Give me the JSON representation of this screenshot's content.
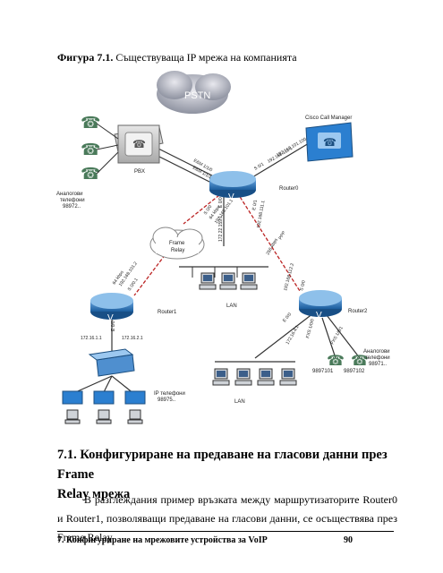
{
  "caption": {
    "label": "Фигура 7.1.",
    "text": "Съществуваща IP мрежа на компанията"
  },
  "diagram": {
    "pstn": "PSTN",
    "pbx": "PBX",
    "call_manager": "Cisco Call Manager",
    "router0": "Router0",
    "router1": "Router1",
    "router2": "Router2",
    "frame_relay_line1": "Frame",
    "frame_relay_line2": "Relay",
    "lan_top": "LAN",
    "lan_bottom": "LAN",
    "analog_left": [
      "Аналогови",
      "телефони",
      "98972.."
    ],
    "analog_right": [
      "Аналогови",
      "телефони",
      "98971.."
    ],
    "ip_phones": [
      "IP телефони",
      "98975.."
    ],
    "phone_num_1": "9897101",
    "phone_num_2": "9897102",
    "r1_ip_left": "172.16.1.1",
    "r1_ip_right": "172.16.2.1",
    "r0_e1": "E&M 1/1/0",
    "r0_e2": "E&M 1/1/1",
    "r0_s0": "S 0/0",
    "r0_kbps": "64 kbps",
    "r0_ip_a": "192.168.101.1",
    "r0_e00": "E 0/0",
    "r0_lan_ip": "172.22.159.1",
    "r0_ppp_ip": "192.168.111.1",
    "r0_s01": "S 0/1",
    "r0_cm_ip": "192.168.101.100",
    "r0_s02": "E 0/1",
    "r0_ip_b": "192.168.111.1",
    "ppp": "PPP",
    "ppp_kbps": "256 kbps",
    "r2_ip": "192.168.112.2",
    "r2_s00": "S 0/0",
    "r2_e00": "E 0/0",
    "r2_fxs1": "FXS 1/0/0",
    "r2_fxs2": "FXS 1/0/1",
    "r2_ip2": "172.16.4.1",
    "r1_kbps": "64 kbps",
    "r1_ip": "192.168.101.2",
    "r1_s00": "S 0/0.1",
    "r1_e00": "E 0/0"
  },
  "section": {
    "number_title": "7.1. Конфигуриране на предаване на гласови данни през Frame",
    "title_line2": "Relay мрежа"
  },
  "paragraph": {
    "line1": "В разглеждания пример връзката между маршрутизаторите Router0 и",
    "line2": "Router1, позволяващи предаване на гласови данни, се осъществява през Frame Relay"
  },
  "footer": {
    "left": "7. Конфигуриране на мрежовите устройства за VoIP",
    "right": "90"
  }
}
